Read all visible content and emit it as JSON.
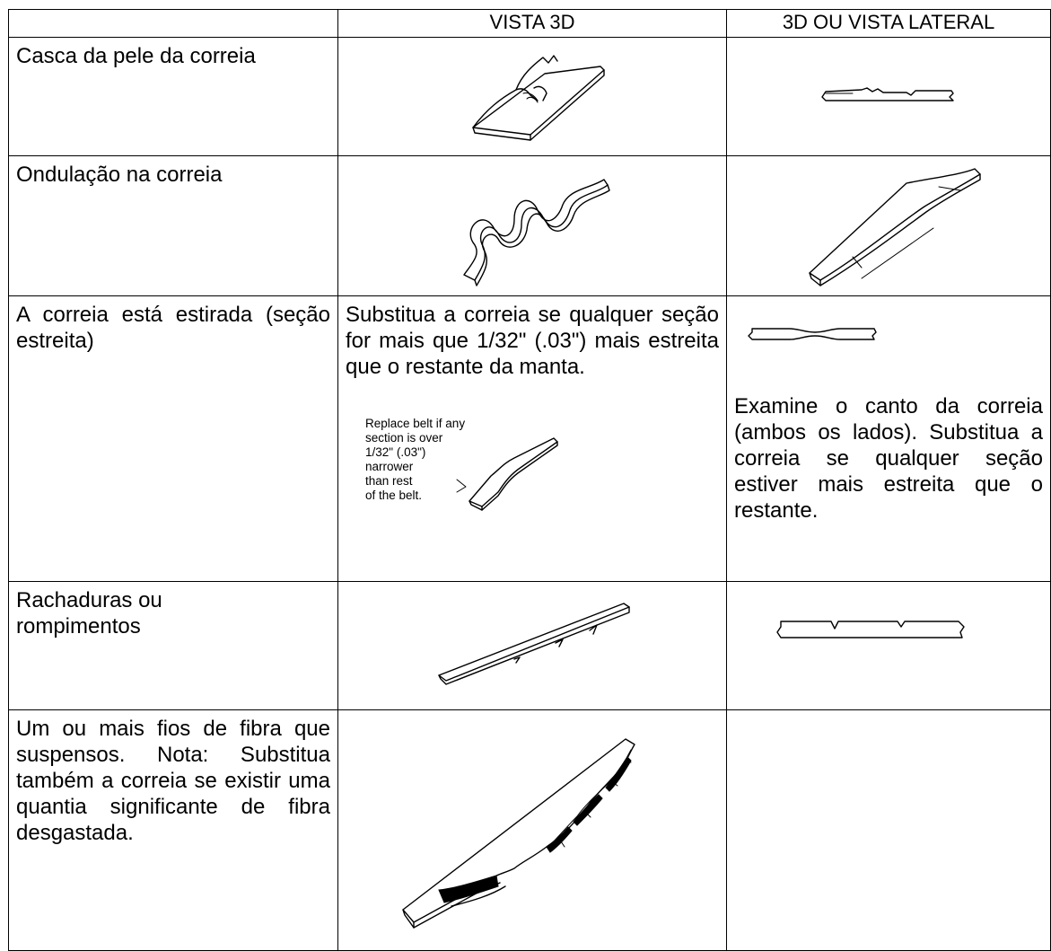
{
  "table": {
    "headers": [
      "",
      "VISTA 3D",
      "3D OU VISTA LATERAL"
    ],
    "rows": [
      {
        "label": "Casca da pele da correia",
        "col2_text": "",
        "col3_text": ""
      },
      {
        "label": "Ondulação na correia",
        "col2_text": "",
        "col3_text": ""
      },
      {
        "label": "A correia está estirada (seção estreita)",
        "col2_text": "Substitua a correia se qualquer seção for mais que 1/32\" (.03\") mais estreita que o restante da manta.",
        "col2_figure_caption": [
          "Replace belt if any",
          "section is over",
          "1/32\" (.03\")",
          "narrower",
          "than rest",
          "of the belt."
        ],
        "col3_text": "Examine o canto da correia (ambos os lados). Substitua a correia se qualquer seção estiver mais estreita que o restante."
      },
      {
        "label": "Rachaduras ou rompimentos",
        "col2_text": "",
        "col3_text": ""
      },
      {
        "label": "Um ou mais fios de fibra que suspensos. Nota: Substitua também a correia se existir uma quantia significante de fibra desgastada.",
        "col2_text": "",
        "col3_text": ""
      }
    ]
  },
  "icons": {
    "row1_3d": "peeling-belt-illustration",
    "row1_side": "peeling-belt-side-icon",
    "row2_3d": "wavy-belt-illustration",
    "row2_side": "warped-belt-illustration",
    "row3_3d": "narrow-belt-illustration",
    "row3_side": "narrow-belt-side-icon",
    "row4_3d": "cracked-belt-illustration",
    "row4_side": "cracked-belt-side-icon",
    "row5_3d": "frayed-belt-illustration"
  }
}
